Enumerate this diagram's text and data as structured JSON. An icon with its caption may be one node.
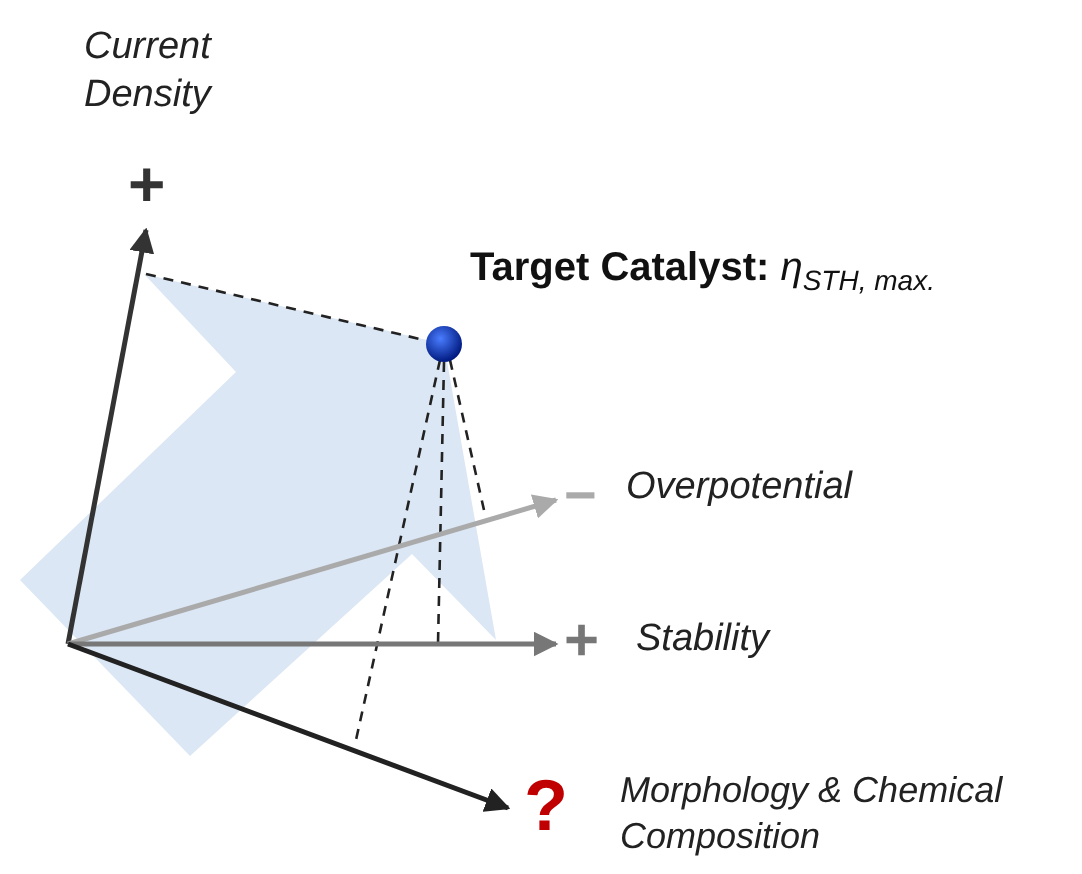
{
  "diagram": {
    "labels": [
      "Current Density",
      "+",
      "**Target Catalyst:** *η*$_{STH, max.}$",
      "−",
      "Overpotential",
      "+",
      "Stability",
      "?",
      "Morphology & Chemical Composition"
    ]
  }
}
